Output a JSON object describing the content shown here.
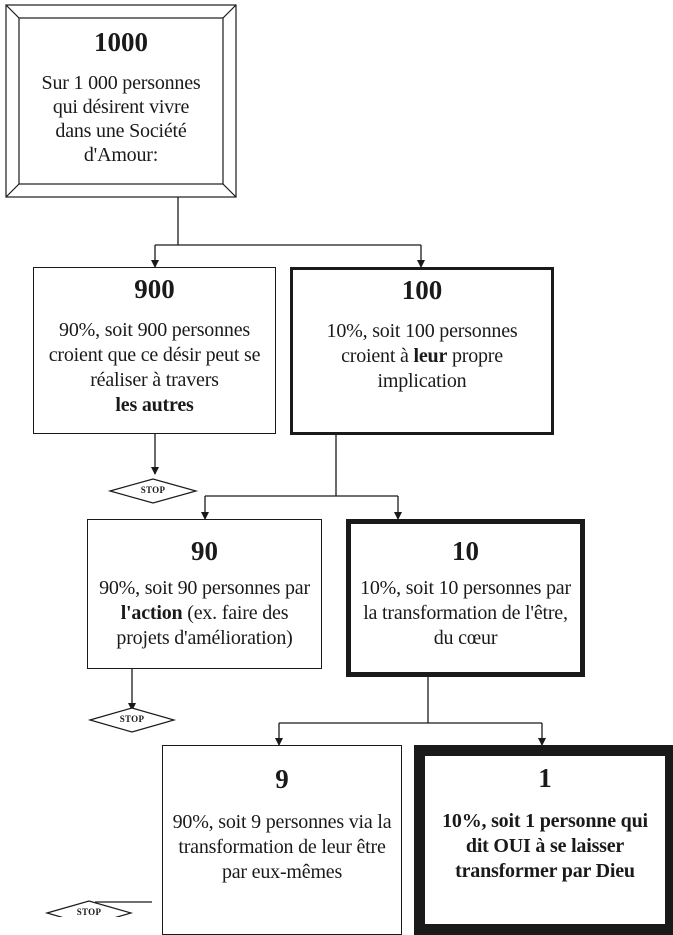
{
  "level1": {
    "number": "1000",
    "text": "Sur 1 000 personnes qui désirent vivre dans une Société d'Amour:"
  },
  "level2": {
    "left": {
      "number": "900",
      "text_pre": "90%, soit 900 personnes croient que ce désir peut se réaliser à travers",
      "text_bold": "les autres"
    },
    "right": {
      "number": "100",
      "text_pre": "10%, soit 100 personnes croient à",
      "text_bold": "leur",
      "text_post": "propre implication"
    }
  },
  "level3": {
    "left": {
      "number": "90",
      "text_pre": "90%, soit 90 personnes par",
      "text_bold": "l'action",
      "text_post": "(ex. faire des projets d'amélioration)"
    },
    "right": {
      "number": "10",
      "text": "10%, soit 10 personnes par la transformation de l'être, du cœur"
    }
  },
  "level4": {
    "left": {
      "number": "9",
      "text": "90%, soit 9 personnes via la transformation de leur être par eux-mêmes"
    },
    "right": {
      "number": "1",
      "text_bold": "10%, soit 1 personne qui dit OUI à se laisser transformer par Dieu"
    }
  },
  "stop_label": "STOP"
}
